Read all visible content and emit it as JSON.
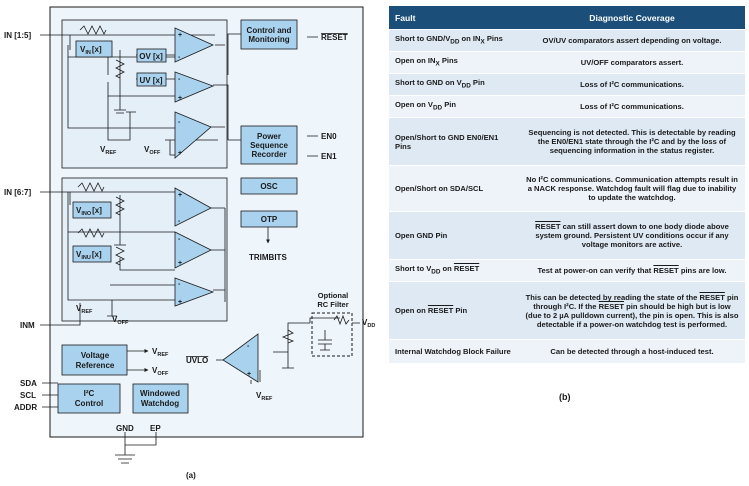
{
  "diagram": {
    "inputs": {
      "in_1_5": "IN [1:5]",
      "in_6_7": "IN [6:7]",
      "inm": "INM",
      "sda": "SDA",
      "scl": "SCL",
      "addr": "ADDR"
    },
    "outputs": {
      "reset": "RESET",
      "en0": "EN0",
      "en1": "EN1",
      "trimbits": "TRIMBITS",
      "vdd": "V",
      "vdd_sub": "DD"
    },
    "blocks": {
      "control": [
        "Control and",
        "Monitoring"
      ],
      "sequence": [
        "Power",
        "Sequence",
        "Recorder"
      ],
      "osc": "OSC",
      "otp": "OTP",
      "vref_block": [
        "Voltage",
        "Reference"
      ],
      "i2c": [
        "I²C",
        "Control"
      ],
      "watchdog": [
        "Windowed",
        "Watchdog"
      ],
      "vin": "V",
      "vin_sub": "IN",
      "vin_idx": "[x]",
      "ov": "OV [x]",
      "uv": "UV [x]",
      "vino": "V",
      "vino_sub": "INO",
      "vino_idx": "[x]",
      "vinu": "V",
      "vinu_sub": "INU",
      "vinu_idx": "[x]",
      "uvlo": "UVLO"
    },
    "labels": {
      "v": "V",
      "ref": "REF",
      "off": "OFF",
      "gnd": "GND",
      "ep": "EP",
      "rc_filter": [
        "Optional",
        "RC Filter"
      ],
      "caption": "(a)"
    }
  },
  "table": {
    "caption": "(b)",
    "headers": [
      "Fault",
      "Diagnostic Coverage"
    ],
    "rows": [
      {
        "fault": "Short to GND/VDD on INX Pins",
        "coverage": "OV/UV comparators assert depending on voltage."
      },
      {
        "fault": "Open on INX Pins",
        "coverage": "UV/OFF comparators assert."
      },
      {
        "fault": "Short to GND on VDD Pin",
        "coverage": "Loss of I²C communications."
      },
      {
        "fault": "Open on VDD Pin",
        "coverage": "Loss of I²C communications."
      },
      {
        "fault": "Open/Short to GND EN0/EN1 Pins",
        "coverage": "Sequencing is not detected. This is detectable by reading the EN0/EN1 state through the I²C and by the loss of sequencing information in the status register."
      },
      {
        "fault": "Open/Short on SDA/SCL",
        "coverage": "No I²C communications. Communication attempts result in a NACK response. Watchdog fault will flag due to inability to update the watchdog."
      },
      {
        "fault": "Open GND Pin",
        "coverage": "RESET can still assert down to one body diode above system ground. Persistent UV conditions occur if any voltage monitors are active."
      },
      {
        "fault": "Short to VDD on RESET",
        "coverage": "Test at power-on can verify that RESET pins are low."
      },
      {
        "fault": "Open on RESET Pin",
        "coverage": "This can be detected by reading the state of the RESET pin through I²C. If the RESET pin should be high but is low (due to 2 µA pulldown current), the pin is open. This is also detectable if a power-on watchdog test is performed."
      },
      {
        "fault": "Internal Watchdog Block Failure",
        "coverage": "Can be detected through a host-induced test."
      }
    ]
  }
}
